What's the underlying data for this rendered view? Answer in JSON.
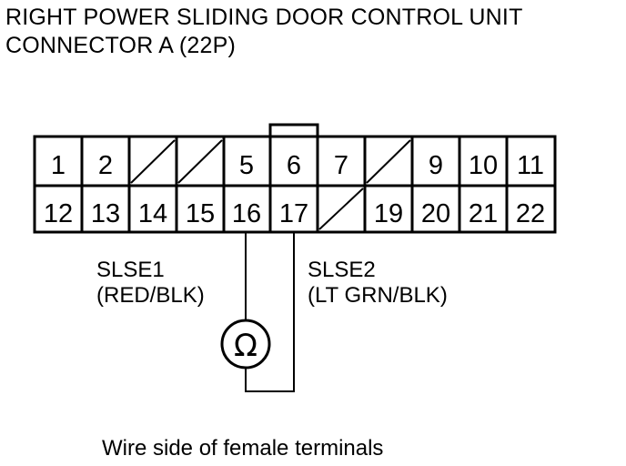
{
  "title": {
    "line1": "RIGHT POWER SLIDING DOOR CONTROL UNIT",
    "line2": "CONNECTOR A (22P)"
  },
  "connector": {
    "top_row": [
      "1",
      "2",
      "",
      "",
      "5",
      "6",
      "7",
      "",
      "9",
      "10",
      "11"
    ],
    "bottom_row": [
      "12",
      "13",
      "14",
      "15",
      "16",
      "17",
      "",
      "19",
      "20",
      "21",
      "22"
    ],
    "empty_terminals": [
      "3",
      "4",
      "8",
      "18"
    ]
  },
  "wires": {
    "left": {
      "name": "SLSE1",
      "color": "(RED/BLK)",
      "terminal": "16"
    },
    "right": {
      "name": "SLSE2",
      "color": "(LT GRN/BLK)",
      "terminal": "17"
    }
  },
  "meter": {
    "symbol": "Ω",
    "icon": "ohmmeter-icon"
  },
  "caption": "Wire side of female terminals"
}
